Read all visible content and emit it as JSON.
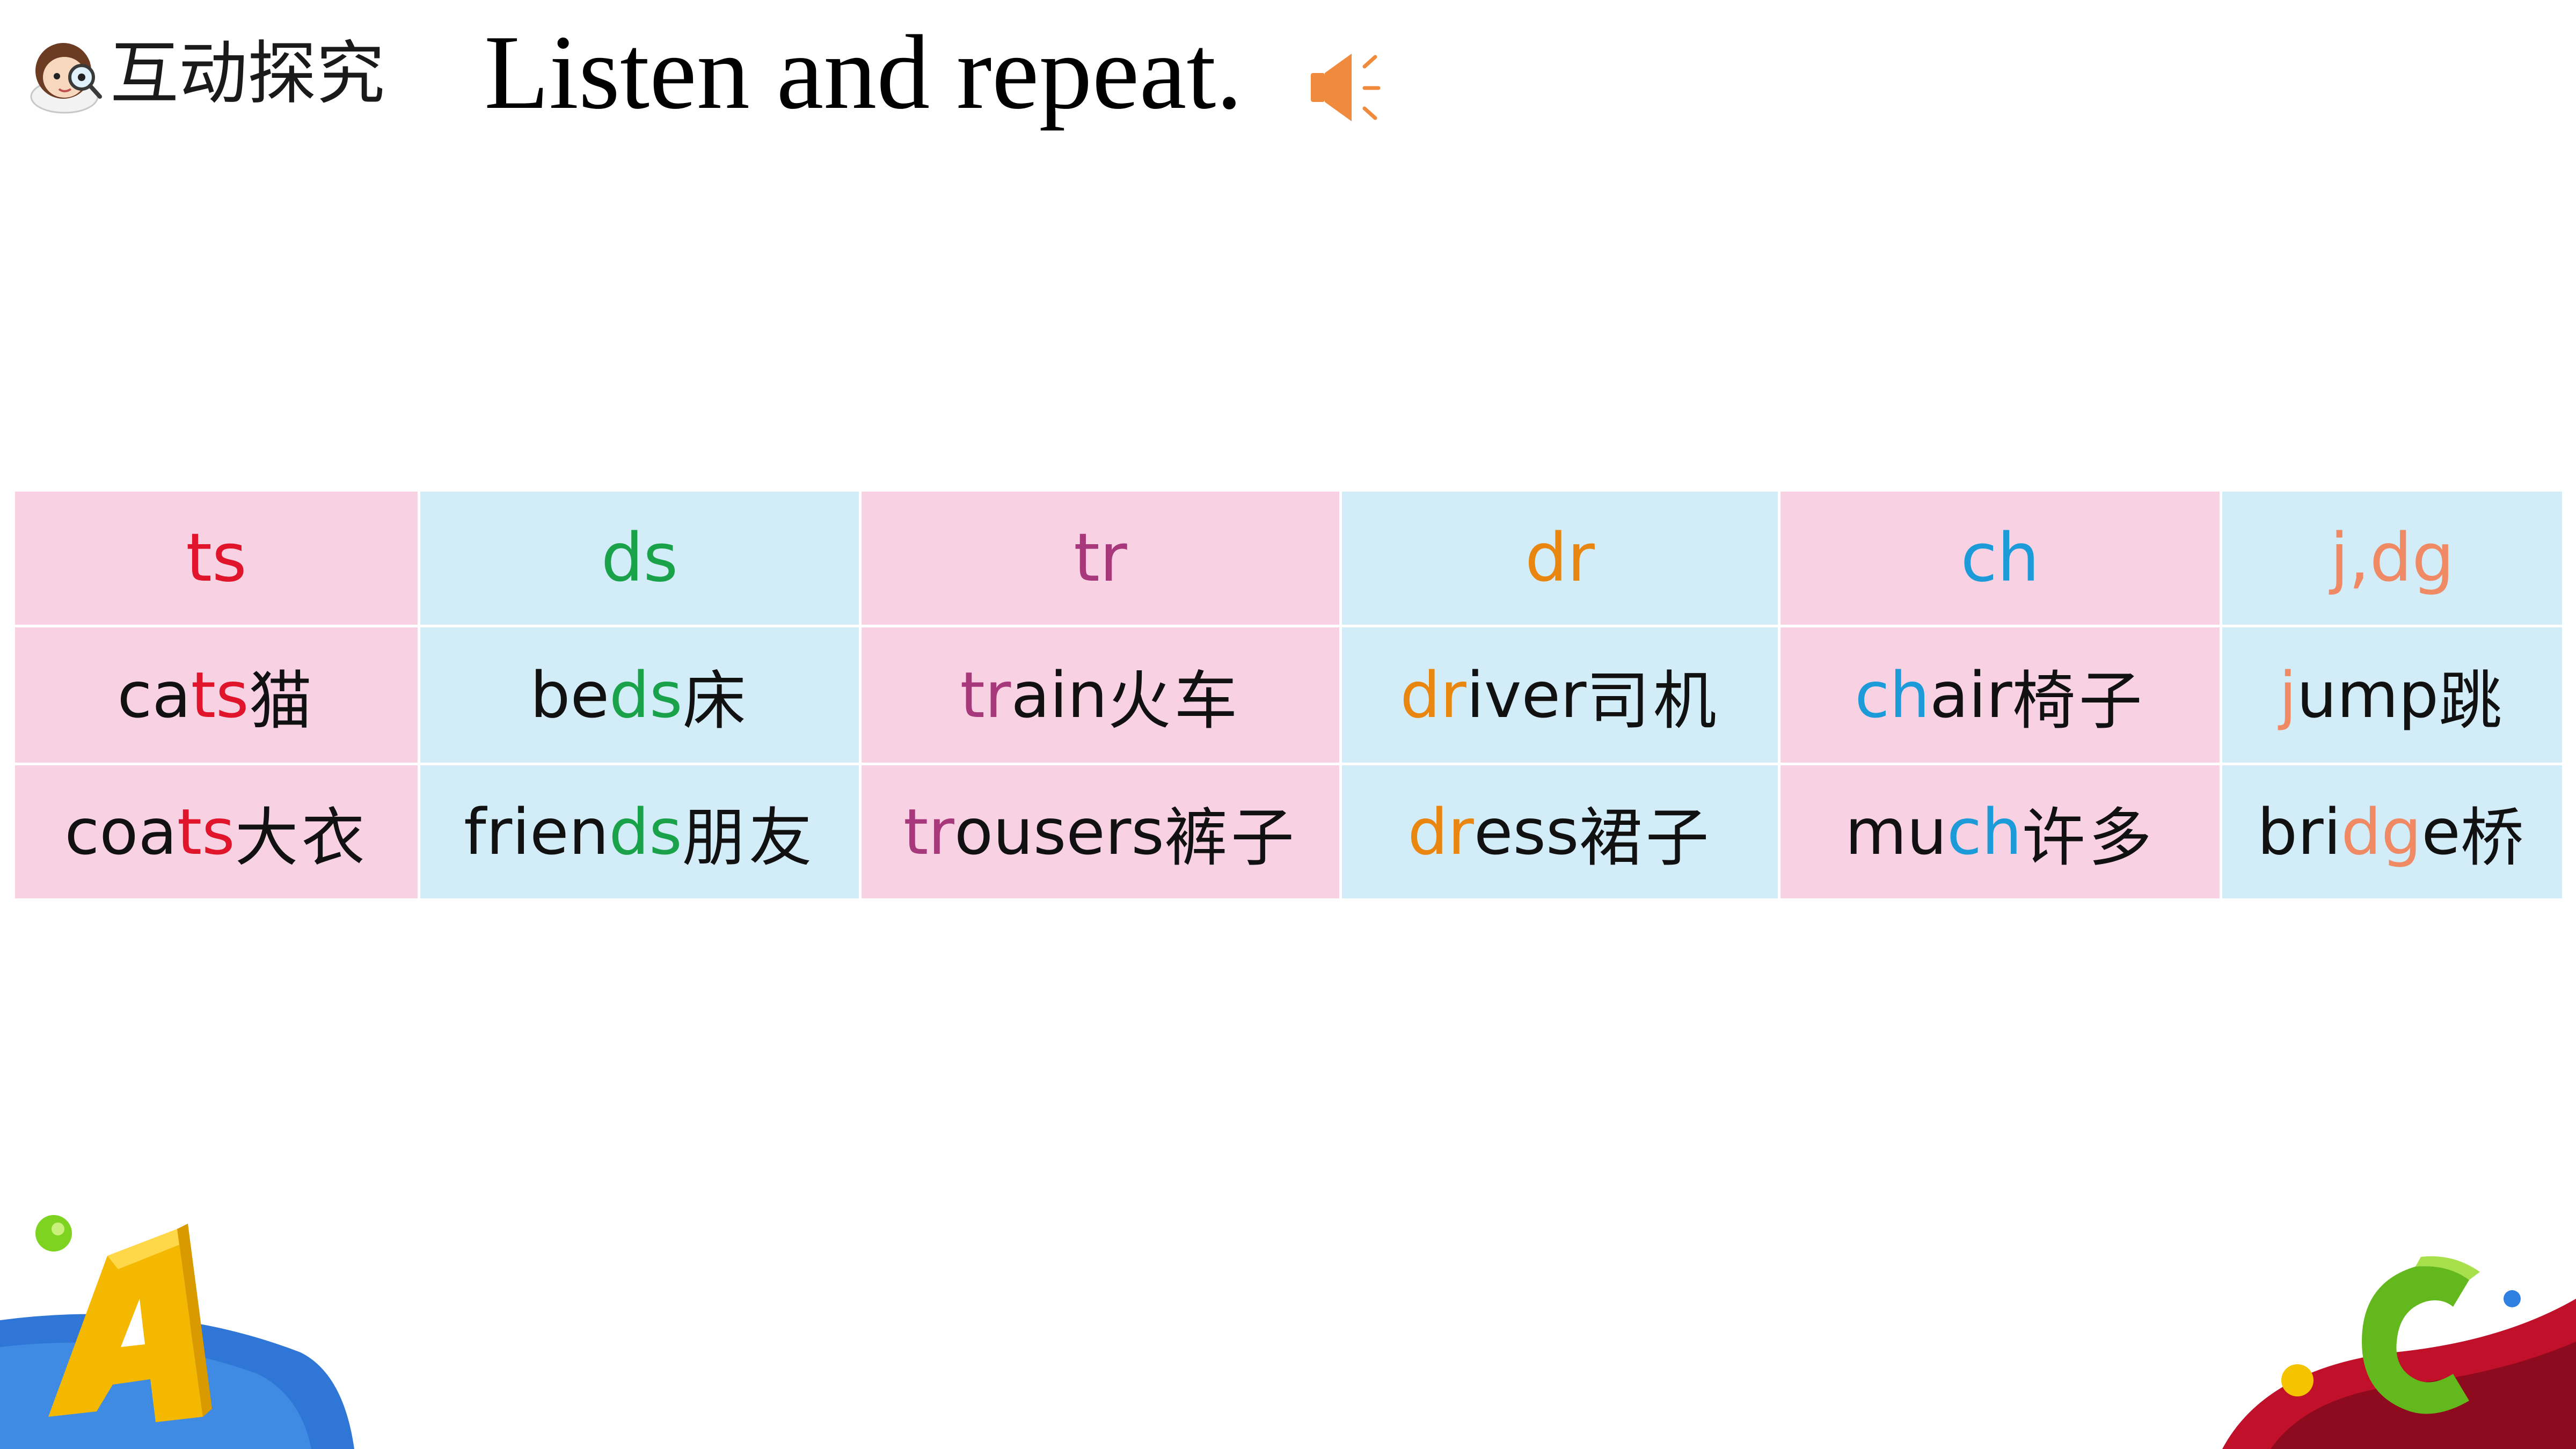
{
  "header": {
    "section_label": "互动探究",
    "instruction": "Listen and repeat.",
    "mascot_icon": "girl-with-magnifier-icon",
    "audio_icon": "speaker-icon"
  },
  "colors": {
    "pink_bg": "#f8d2e2",
    "blue_bg": "#d2ecf8",
    "ts": "#e0142a",
    "ds": "#1aa24a",
    "tr": "#a8387c",
    "dr": "#e8860f",
    "ch": "#1d9bd8",
    "jdg": "#ef8a64",
    "speaker": "#f08a3c"
  },
  "table": {
    "headers": [
      "ts",
      "ds",
      "tr",
      "dr",
      "ch",
      "j,dg"
    ],
    "rows": [
      [
        {
          "pre": "ca",
          "hl": "ts",
          "post": "",
          "zh": "猫"
        },
        {
          "pre": "be",
          "hl": "ds",
          "post": "",
          "zh": "床"
        },
        {
          "pre": "",
          "hl": "tr",
          "post": "ain",
          "zh": "火车"
        },
        {
          "pre": "",
          "hl": "dr",
          "post": "iver",
          "zh": "司机"
        },
        {
          "pre": "",
          "hl": "ch",
          "post": "air",
          "zh": "椅子"
        },
        {
          "pre": "",
          "hl": "j",
          "post": "ump",
          "zh": "跳"
        }
      ],
      [
        {
          "pre": "coa",
          "hl": "ts",
          "post": "",
          "zh": "大衣"
        },
        {
          "pre": "frien",
          "hl": "ds",
          "post": "",
          "zh": "朋友"
        },
        {
          "pre": "",
          "hl": "tr",
          "post": "ousers",
          "zh": "裤子"
        },
        {
          "pre": "",
          "hl": "dr",
          "post": "ess",
          "zh": "裙子"
        },
        {
          "pre": "mu",
          "hl": "ch",
          "post": "",
          "zh": "许多"
        },
        {
          "pre": "bri",
          "hl": "dg",
          "post": "e",
          "zh": "桥"
        }
      ]
    ]
  },
  "decorations": {
    "left": "letter-a-icon",
    "right": "letter-c-icon"
  }
}
